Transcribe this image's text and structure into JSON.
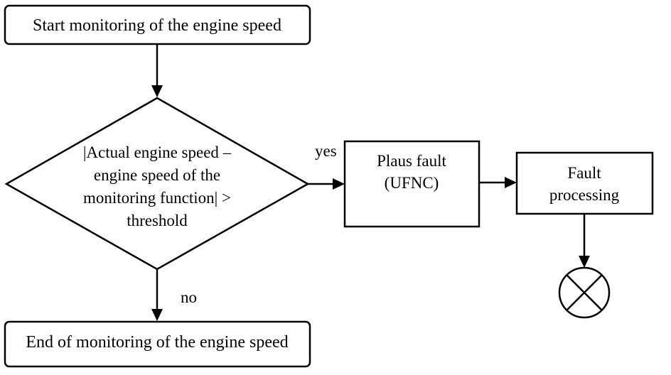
{
  "nodes": {
    "start": {
      "text": "Start monitoring of the engine speed"
    },
    "decision": {
      "lines": [
        "|Actual engine speed –",
        "engine speed of the",
        "monitoring function| >",
        "threshold"
      ]
    },
    "plaus_fault": {
      "lines": [
        "Plaus fault",
        "(UFNC)"
      ]
    },
    "fault_processing": {
      "lines": [
        "Fault",
        "processing"
      ]
    },
    "end": {
      "text": "End of monitoring of the engine speed"
    }
  },
  "edges": {
    "yes_label": "yes",
    "no_label": "no"
  },
  "terminator": {
    "icon": "crossed-circle-icon"
  },
  "colors": {
    "stroke": "#000000",
    "fill": "#ffffff",
    "text": "#000000"
  }
}
